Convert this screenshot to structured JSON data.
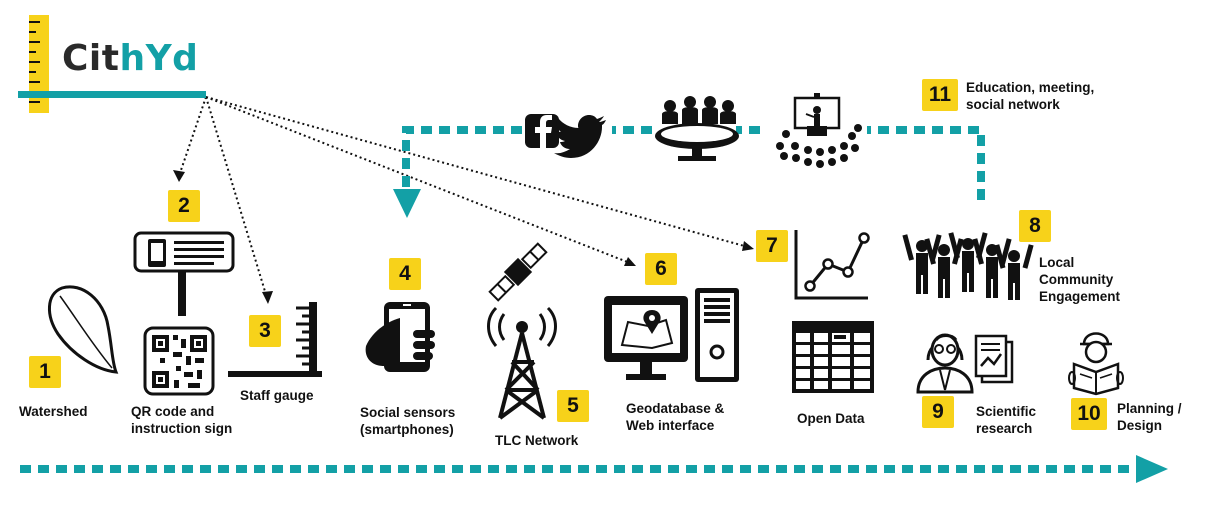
{
  "logo": {
    "part1": "Cit",
    "part2": "hYd"
  },
  "colors": {
    "teal": "#13a0a6",
    "yellow": "#f7d21a",
    "black": "#111111"
  },
  "steps": [
    {
      "number": "1",
      "label": "Watershed",
      "icon": "leaf-icon"
    },
    {
      "number": "2",
      "label_line1": "QR code and",
      "label_line2": "instruction sign",
      "icon": "qr-code-icon"
    },
    {
      "number": "3",
      "label": "Staff gauge",
      "icon": "staff-gauge-icon"
    },
    {
      "number": "4",
      "label_line1": "Social sensors",
      "label_line2": "(smartphones)",
      "icon": "smartphone-hand-icon"
    },
    {
      "number": "5",
      "label": "TLC Network",
      "icon": "satellite-antenna-icon"
    },
    {
      "number": "6",
      "label_line1": "Geodatabase &",
      "label_line2": "Web interface",
      "icon": "computer-server-icon"
    },
    {
      "number": "7",
      "label": "Open Data",
      "icon": "chart-table-icon"
    },
    {
      "number": "8",
      "label_line1": "Local",
      "label_line2": "Community",
      "label_line3": "Engagement",
      "icon": "people-icon"
    },
    {
      "number": "9",
      "label_line1": "Scientific",
      "label_line2": "research",
      "icon": "scientist-icon"
    },
    {
      "number": "10",
      "label_line1": "Planning /",
      "label_line2": "Design",
      "icon": "engineer-icon"
    },
    {
      "number": "11",
      "label_line1": "Education, meeting,",
      "label_line2": "social network",
      "icon": "meeting-icon"
    }
  ]
}
